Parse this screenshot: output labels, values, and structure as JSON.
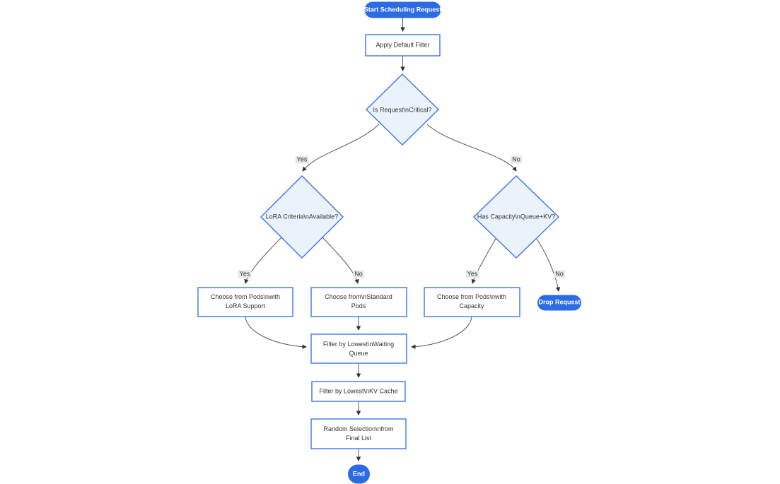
{
  "flowchart": {
    "nodes": {
      "start": "Start Scheduling Request",
      "apply_filter": "Apply Default Filter",
      "is_critical": "Is Request\\nCritical?",
      "lora_criteria": "LoRA Criteria\\nAvailable?",
      "has_capacity": "Has Capacity\\nQueue+KV?",
      "choose_lora": {
        "line1": "Choose from Pods\\nwith",
        "line2": "LoRA Support"
      },
      "choose_standard": {
        "line1": "Choose from\\nStandard",
        "line2": "Pods"
      },
      "choose_capacity": {
        "line1": "Choose from Pods\\nwith",
        "line2": "Capacity"
      },
      "drop_request": "Drop Request",
      "filter_queue": {
        "line1": "Filter by Lowest\\nWaiting",
        "line2": "Queue"
      },
      "filter_kv": "Filter by Lowest\\nKV Cache",
      "random_selection": {
        "line1": "Random Selection\\nfrom",
        "line2": "Final List"
      },
      "end": "End"
    },
    "edge_labels": {
      "critical_yes": "Yes",
      "critical_no": "No",
      "lora_yes": "Yes",
      "lora_no": "No",
      "capacity_yes": "Yes",
      "capacity_no": "No"
    },
    "colors": {
      "canvas_bg": "#ffffff",
      "pill_fill": "#2c6be4",
      "pill_stroke": "#2c6be4",
      "box_fill": "#ffffff",
      "node_border": "#3b76e8",
      "diamond_fill": "#eaf3fc",
      "node_text": "#333333",
      "edge_stroke": "#555555",
      "edge_label_bg": "#e8e8e8",
      "arrow_fill": "#333333"
    }
  }
}
